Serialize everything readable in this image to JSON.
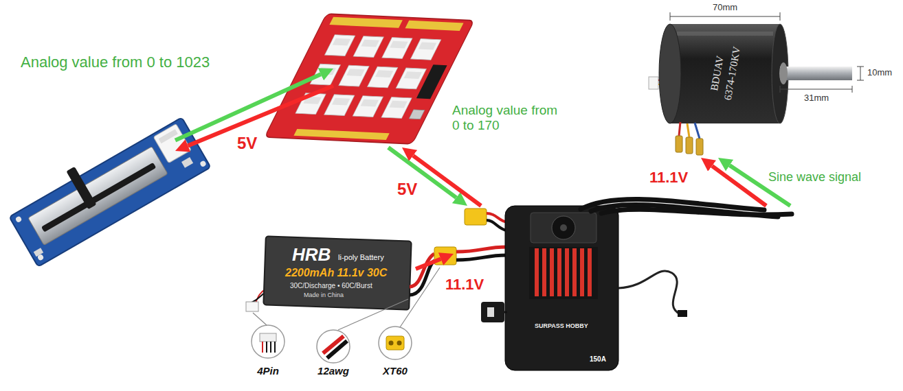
{
  "diagram": {
    "nodes": [
      {
        "text": []
      },
      {
        "text": []
      },
      {
        "text": [
          "BDUAV",
          "6374-170KV"
        ]
      },
      {
        "text": [
          "HRB",
          "li-poly Battery",
          "2200mAh 11.1v 30C",
          "30C/Discharge • 60C/Burst",
          "Made in China"
        ]
      },
      {
        "text": [
          "SURPASS HOBBY",
          "150A"
        ]
      }
    ],
    "edges": [
      {
        "from": 0,
        "to": 1,
        "arrow": "to",
        "label": "Analog value from 0 to 1023"
      },
      {
        "from": 1,
        "to": 0,
        "arrow": "to",
        "label": "5V"
      },
      {
        "from": 1,
        "to": 4,
        "arrow": "to",
        "label": "Analog value from 0 to 170"
      },
      {
        "from": 4,
        "to": 1,
        "arrow": "to",
        "label": "5V"
      },
      {
        "from": 3,
        "to": 4,
        "arrow": "to",
        "label": "11.1V"
      },
      {
        "from": 4,
        "to": 2,
        "arrow": "to",
        "label": "11.1V"
      },
      {
        "from": 4,
        "to": 2,
        "arrow": "to",
        "label": "Sine wave signal"
      }
    ],
    "labels": [
      "70mm",
      "10mm",
      "31mm",
      "4Pin",
      "12awg",
      "XT60"
    ]
  }
}
